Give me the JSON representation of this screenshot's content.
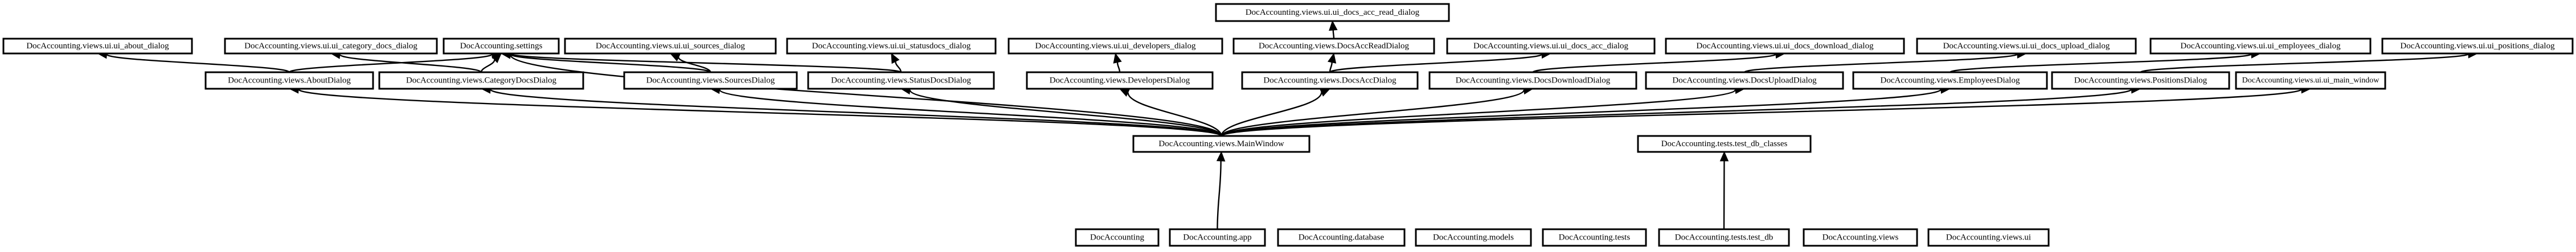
{
  "diagram": {
    "nodes": {
      "read_dialog_ui": "DocAccounting.views.ui.ui_docs_acc_read_dialog",
      "about_ui": "DocAccounting.views.ui.ui_about_dialog",
      "category_ui": "DocAccounting.views.ui.ui_category_docs_dialog",
      "settings": "DocAccounting.settings",
      "sources_ui": "DocAccounting.views.ui.ui_sources_dialog",
      "status_ui": "DocAccounting.views.ui.ui_statusdocs_dialog",
      "developers_ui": "DocAccounting.views.ui.ui_developers_dialog",
      "read_dialog": "DocAccounting.views.DocsAccReadDialog",
      "acc_ui": "DocAccounting.views.ui.ui_docs_acc_dialog",
      "download_ui": "DocAccounting.views.ui.ui_docs_download_dialog",
      "upload_ui": "DocAccounting.views.ui.ui_docs_upload_dialog",
      "employees_ui": "DocAccounting.views.ui.ui_employees_dialog",
      "positions_ui": "DocAccounting.views.ui.ui_positions_dialog",
      "about": "DocAccounting.views.AboutDialog",
      "category": "DocAccounting.views.CategoryDocsDialog",
      "sources": "DocAccounting.views.SourcesDialog",
      "status": "DocAccounting.views.StatusDocsDialog",
      "developers": "DocAccounting.views.DevelopersDialog",
      "acc": "DocAccounting.views.DocsAccDialog",
      "download": "DocAccounting.views.DocsDownloadDialog",
      "upload": "DocAccounting.views.DocsUploadDialog",
      "employees": "DocAccounting.views.EmployeesDialog",
      "positions": "DocAccounting.views.PositionsDialog",
      "main_window_ui": "DocAccounting.views.ui.ui_main_window",
      "main_window": "DocAccounting.views.MainWindow",
      "test_db_classes": "DocAccounting.tests.test_db_classes",
      "pkg": "DocAccounting",
      "app": "DocAccounting.app",
      "database": "DocAccounting.database",
      "models": "DocAccounting.models",
      "tests": "DocAccounting.tests",
      "test_db": "DocAccounting.tests.test_db",
      "views": "DocAccounting.views",
      "views_ui": "DocAccounting.views.ui"
    },
    "edges": [
      [
        "about",
        "about_ui"
      ],
      [
        "about",
        "settings"
      ],
      [
        "category",
        "category_ui"
      ],
      [
        "category",
        "settings"
      ],
      [
        "sources",
        "sources_ui"
      ],
      [
        "sources",
        "settings"
      ],
      [
        "status",
        "status_ui"
      ],
      [
        "status",
        "settings"
      ],
      [
        "developers",
        "developers_ui"
      ],
      [
        "read_dialog",
        "read_dialog_ui"
      ],
      [
        "acc",
        "read_dialog"
      ],
      [
        "acc",
        "acc_ui"
      ],
      [
        "download",
        "download_ui"
      ],
      [
        "upload",
        "upload_ui"
      ],
      [
        "employees",
        "employees_ui"
      ],
      [
        "positions",
        "positions_ui"
      ],
      [
        "main_window",
        "about"
      ],
      [
        "main_window",
        "category"
      ],
      [
        "main_window",
        "sources"
      ],
      [
        "main_window",
        "status"
      ],
      [
        "main_window",
        "settings"
      ],
      [
        "main_window",
        "developers"
      ],
      [
        "main_window",
        "acc"
      ],
      [
        "main_window",
        "download"
      ],
      [
        "main_window",
        "upload"
      ],
      [
        "main_window",
        "employees"
      ],
      [
        "main_window",
        "positions"
      ],
      [
        "main_window",
        "main_window_ui"
      ],
      [
        "app",
        "main_window"
      ],
      [
        "test_db",
        "test_db_classes"
      ]
    ]
  }
}
